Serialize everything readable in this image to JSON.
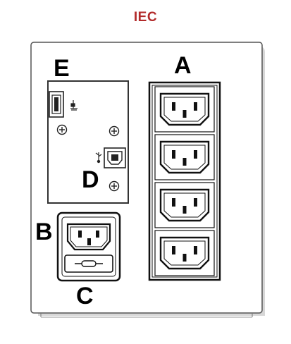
{
  "title": "IEC",
  "labels": {
    "a": "A",
    "b": "B",
    "c": "C",
    "d": "D",
    "e": "E"
  },
  "colors": {
    "title": "#b22a2a",
    "panel_face": "#ffffff",
    "panel_shadow": "#c8c8c8",
    "outlet_dark": "#1a1a1a"
  },
  "icons": {
    "usb_port": "usb-a-port-icon",
    "usb_b_port": "usb-b-port-icon",
    "screw": "screw-icon",
    "outlet": "iec-c13-outlet-icon",
    "inlet": "iec-c14-inlet-icon",
    "fuse": "fuse-icon"
  }
}
